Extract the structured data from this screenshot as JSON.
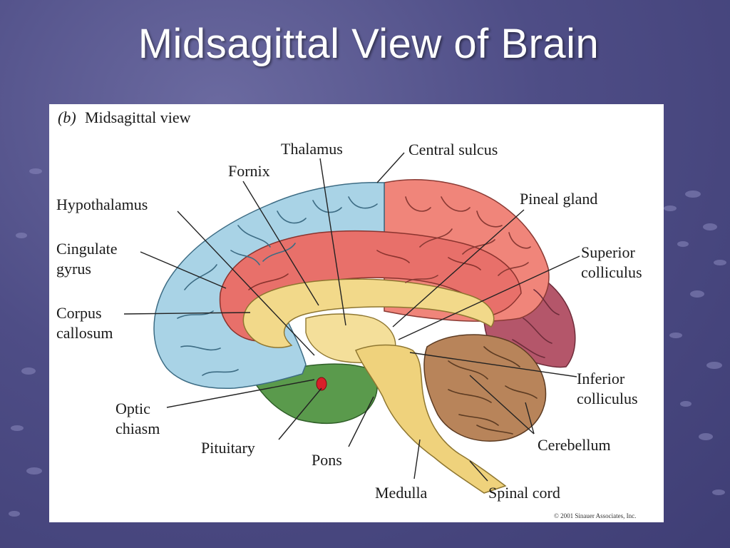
{
  "slide": {
    "title": "Midsagittal View of Brain"
  },
  "figure": {
    "caption_tag": "(b)",
    "caption": "Midsagittal view",
    "copyright": "© 2001 Sinauer Associates, Inc.",
    "labels": {
      "thalamus": "Thalamus",
      "central_sulcus": "Central sulcus",
      "fornix": "Fornix",
      "hypothalamus": "Hypothalamus",
      "pineal_gland": "Pineal gland",
      "cingulate_1": "Cingulate",
      "cingulate_2": "gyrus",
      "superior_1": "Superior",
      "superior_2": "colliculus",
      "corpus_1": "Corpus",
      "corpus_2": "callosum",
      "inferior_1": "Inferior",
      "inferior_2": "colliculus",
      "optic_1": "Optic",
      "optic_2": "chiasm",
      "pituitary": "Pituitary",
      "pons": "Pons",
      "cerebellum": "Cerebellum",
      "medulla": "Medulla",
      "spinal_cord": "Spinal cord"
    }
  },
  "colors": {
    "frontal_blue": "#a9d3e6",
    "parietal_red": "#f0857a",
    "occipital_mauve": "#b4566a",
    "cingulate_red": "#e8706a",
    "corpus_yellow": "#f2d98a",
    "brainstem_yellow": "#efd27c",
    "temporal_green": "#5a9a4c",
    "cerebellum_brown": "#b8845a",
    "pituitary_red": "#d8202a"
  }
}
